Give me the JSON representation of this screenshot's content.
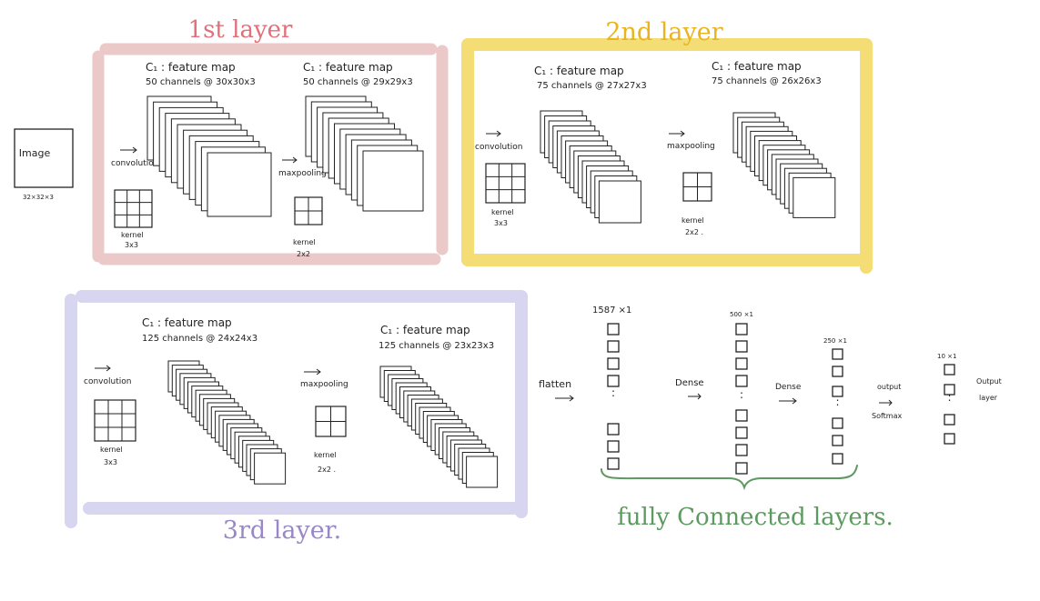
{
  "input": {
    "label": "Image",
    "dims": "32×32×3"
  },
  "layer1": {
    "title": "1st layer",
    "color": "#e9c9c9",
    "title_color": "#e0707a",
    "conv_label": "convolution",
    "pool_label": "maxpooling",
    "map1_title": "C₁ : feature map",
    "map1_dims": "50 channels @ 30x30x3",
    "map2_title": "C₁ : feature map",
    "map2_dims": "50 channels @ 29x29x3",
    "kernel_label": "kernel",
    "kernel_size": "3x3",
    "pool_kernel_label": "kernel",
    "pool_kernel_size": "2x2"
  },
  "layer2": {
    "title": "2nd layer",
    "color": "#f5df7c",
    "title_color": "#e9b51f",
    "conv_label": "convolution",
    "pool_label": "maxpooling",
    "map1_title": "C₁ : feature map",
    "map1_dims": "75 channels @ 27x27x3",
    "map2_title": "C₁ : feature map",
    "map2_dims": "75 channels @ 26x26x3",
    "kernel_label": "kernel",
    "kernel_size": "3x3",
    "pool_kernel_label": "kernel",
    "pool_kernel_size": "2x2 ."
  },
  "layer3": {
    "title": "3rd layer.",
    "color": "#d5d3ee",
    "title_color": "#9a88c6",
    "conv_label": "convolution",
    "pool_label": "maxpooling",
    "map1_title": "C₁ : feature map",
    "map1_dims": "125 channels @ 24x24x3",
    "map2_title": "C₁ : feature map",
    "map2_dims": "125 channels @ 23x23x3",
    "kernel_label": "kernel",
    "kernel_size": "3x3",
    "pool_kernel_label": "kernel",
    "pool_kernel_size": "2x2 ."
  },
  "dense": {
    "flatten_label": "flatten",
    "col1_dims": "1587 ×1",
    "col2_dims": "500 ×1",
    "col3_dims": "250 ×1",
    "col4_dims": "10 ×1",
    "dense1_label": "Dense",
    "dense2_label": "Dense",
    "output_label": "output",
    "softmax_label": "Softmax",
    "output_layer_line1": "Output",
    "output_layer_line2": "layer",
    "ellipsis": ":",
    "fc_label": "fully Connected layers.",
    "fc_color": "#5c9a5f"
  }
}
